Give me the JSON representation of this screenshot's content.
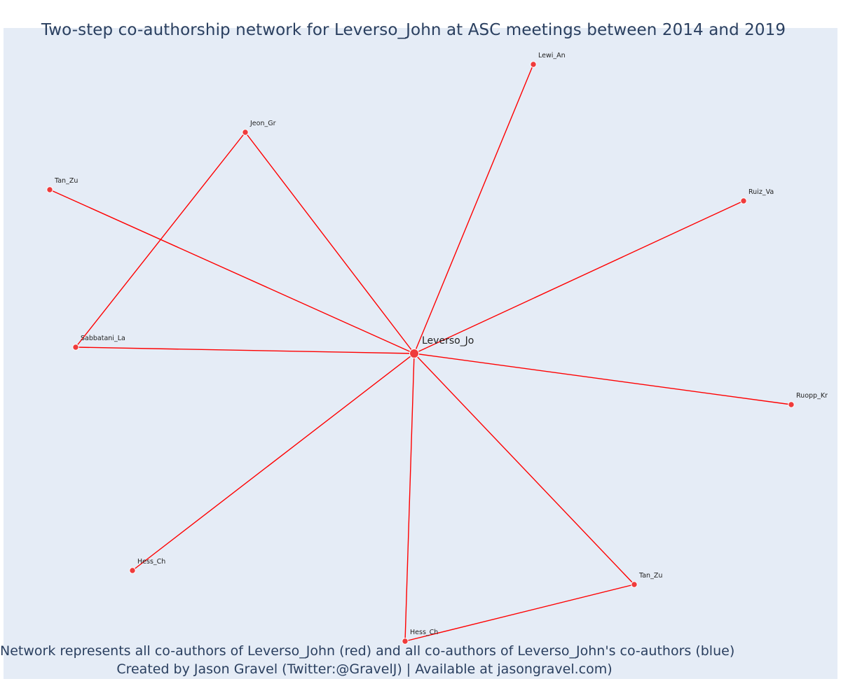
{
  "title": "Two-step co-authorship network for Leverso_John at ASC meetings between 2014 and 2019",
  "footer": {
    "line1": "Network represents all co-authors of Leverso_John (red) and all co-authors of Leverso_John's co-authors (blue)",
    "line2": "Created by Jason Gravel (Twitter:@GravelJ) | Available at jasongravel.com)"
  },
  "colors": {
    "plot_background": "#e5ecf6",
    "edge": "#ff0000",
    "node_red": "#ef3b3b",
    "text": "#2a3f5f"
  },
  "chart_data": {
    "type": "network",
    "grid": false,
    "legend": "none",
    "nodes": [
      {
        "id": "center",
        "label": "Leverso_Jo",
        "group": "red",
        "focal": true
      },
      {
        "id": "lewi",
        "label": "Lewi_An",
        "group": "red"
      },
      {
        "id": "jeon",
        "label": "Jeon_Gr",
        "group": "red"
      },
      {
        "id": "tan1",
        "label": "Tan_Zu",
        "group": "red"
      },
      {
        "id": "ruiz",
        "label": "Ruiz_Va",
        "group": "red"
      },
      {
        "id": "sabb",
        "label": "Sabbatani_La",
        "group": "red"
      },
      {
        "id": "ruopp",
        "label": "Ruopp_Kr",
        "group": "red"
      },
      {
        "id": "hess1",
        "label": "Hess_Ch",
        "group": "red"
      },
      {
        "id": "tan2",
        "label": "Tan_Zu",
        "group": "red"
      },
      {
        "id": "hess2",
        "label": "Hess_Ch",
        "group": "red"
      }
    ],
    "edges": [
      [
        "center",
        "lewi"
      ],
      [
        "center",
        "jeon"
      ],
      [
        "center",
        "tan1"
      ],
      [
        "center",
        "ruiz"
      ],
      [
        "center",
        "sabb"
      ],
      [
        "center",
        "ruopp"
      ],
      [
        "center",
        "hess1"
      ],
      [
        "center",
        "tan2"
      ],
      [
        "center",
        "hess2"
      ],
      [
        "jeon",
        "sabb"
      ],
      [
        "tan2",
        "hess2"
      ]
    ]
  }
}
